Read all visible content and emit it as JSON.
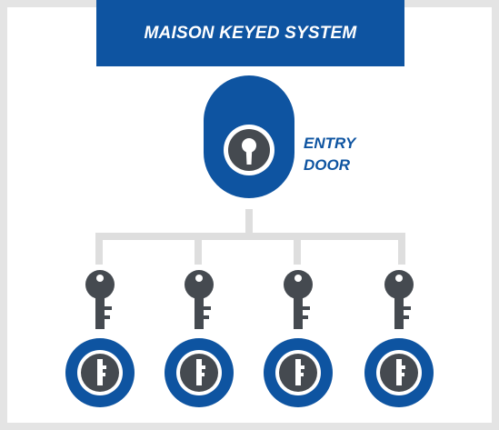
{
  "title": "MAISON KEYED SYSTEM",
  "entry": {
    "label_line1": "ENTRY",
    "label_line2": "DOOR"
  },
  "colors": {
    "brand_blue": "#0e54a1",
    "key_gray": "#454a50",
    "connector_gray": "#dedede",
    "frame_gray": "#e4e4e4"
  },
  "icons": {
    "entry_lock": "keyhole-icon",
    "keys": "key-icon",
    "unit_locks": "lock-cylinder-icon"
  },
  "key_count": 4
}
